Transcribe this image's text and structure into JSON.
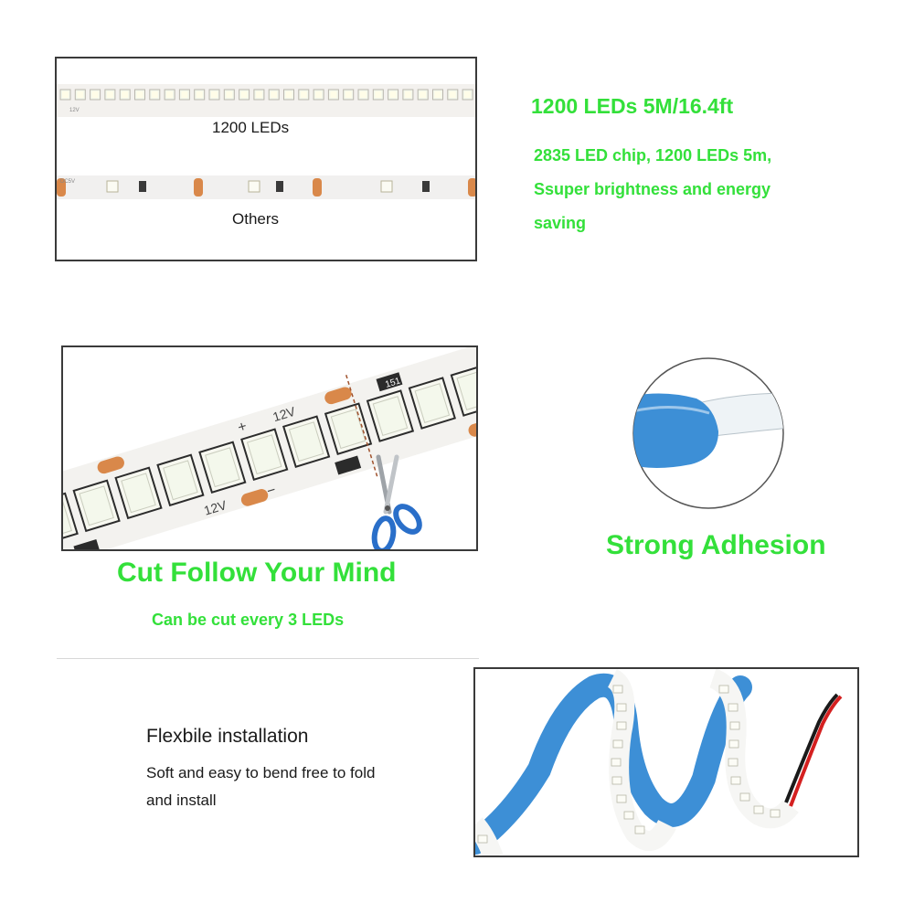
{
  "section1": {
    "strip1_label": "1200 LEDs",
    "strip2_label": "Others",
    "strip_text_12v": "12V",
    "strip_text_dc5v": "DC5V",
    "heading": "1200 LEDs 5M/16.4ft",
    "desc_lines": [
      "2835 LED chip, 1200 LEDs 5m,",
      "Ssuper brightness and energy",
      "saving"
    ]
  },
  "section2": {
    "voltage_label": "12V",
    "resistor_label": "151",
    "plus_sign": "+",
    "minus_sign": "−",
    "heading": "Cut Follow Your Mind",
    "subheading": "Can be cut every 3 LEDs",
    "adhesion_heading": "Strong Adhesion"
  },
  "section3": {
    "heading": "Flexbile installation",
    "desc_lines": [
      "Soft and easy to bend free to fold",
      "and install"
    ]
  },
  "colors": {
    "green": "#33e03a",
    "adhesive_blue": "#3d8fd6",
    "pad_copper": "#d9884a",
    "led_white": "#f4f8ec"
  }
}
